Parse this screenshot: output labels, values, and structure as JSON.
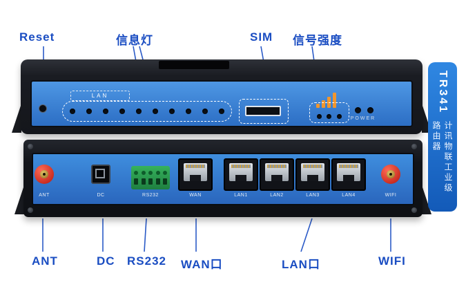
{
  "callouts": {
    "top": [
      {
        "label": "Reset"
      },
      {
        "label": "信息灯"
      },
      {
        "label": "SIM"
      },
      {
        "label": "信号强度"
      }
    ],
    "bottom": [
      {
        "label": "ANT"
      },
      {
        "label": "DC"
      },
      {
        "label": "RS232"
      },
      {
        "label": "WAN口"
      },
      {
        "label": "LAN口"
      },
      {
        "label": "WIFI"
      }
    ]
  },
  "top_panel": {
    "lan_group_label": "LAN",
    "power_label": "POWER"
  },
  "front_panel": {
    "port_labels": {
      "ant": "ANT",
      "dc": "DC",
      "rs232": "RS232",
      "wan": "WAN",
      "lan1": "LAN1",
      "lan2": "LAN2",
      "lan3": "LAN3",
      "lan4": "LAN4",
      "wifi": "WIFI"
    }
  },
  "side_badge": {
    "model": "TR341",
    "name": "计讯物联工业级路由器"
  },
  "colors": {
    "callout_blue": "#1a4dc2",
    "panel_blue": "#2f7fd6",
    "badge_blue": "#1668c8",
    "signal_orange": "#f0962f",
    "connector_red": "#c41e14",
    "terminal_green": "#27a24c"
  }
}
